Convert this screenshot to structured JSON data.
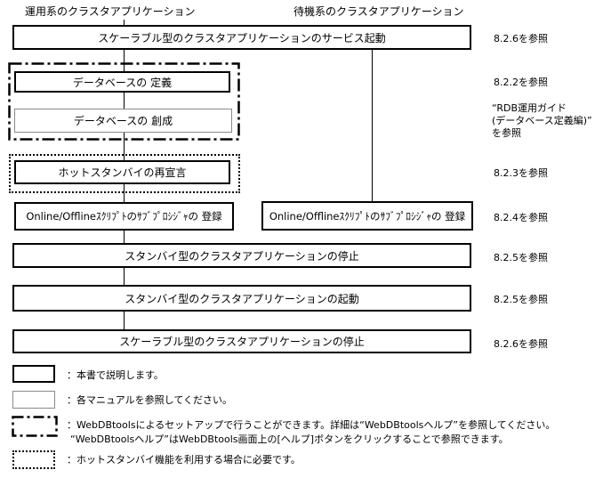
{
  "headers": {
    "left": "運用系のクラスタアプリケーション",
    "right": "待機系のクラスタアプリケーション"
  },
  "steps": {
    "service_start": "スケーラブル型のクラスタアプリケーションのサービス起動",
    "db_define": "データベースの 定義",
    "db_create": "データベースの 創成",
    "hot_standby_redeclare": "ホットスタンバイの再宣言",
    "online_offline_left": "Online/Offlineｽｸﾘﾌﾟﾄのｻﾌﾞﾌﾟﾛｼｼﾞｬの 登録",
    "online_offline_right": "Online/Offlineｽｸﾘﾌﾟﾄのｻﾌﾞﾌﾟﾛｼｼﾞｬの 登録",
    "standby_stop": "スタンバイ型のクラスタアプリケーションの停止",
    "standby_start": "スタンバイ型のクラスタアプリケーションの起動",
    "scalable_stop": "スケーラブル型のクラスタアプリケーションの停止"
  },
  "refs": {
    "r1": "8.2.6を参照",
    "r2": "8.2.2を参照",
    "r3_line1": "“RDB運用ガイド",
    "r3_line2": "(データベース定義編)”",
    "r3_line3": "を参照",
    "r4": "8.2.3を参照",
    "r5": "8.2.4を参照",
    "r6": "8.2.5を参照",
    "r7": "8.2.5を参照",
    "r8": "8.2.6を参照"
  },
  "legend": {
    "thick": "：本書で説明します。",
    "thin": "：各マニュアルを参照してください。",
    "dashdot_line1": "：WebDBtoolsによるセットアップで行うことができます。詳細は“WebDBtoolsヘルプ”を参照してください。",
    "dashdot_line2": "“WebDBtoolsヘルプ”はWebDBtools画面上の[ヘルプ]ボタンをクリックすることで参照できます。",
    "dotted": "：ホットスタンバイ機能を利用する場合に必要です。"
  }
}
